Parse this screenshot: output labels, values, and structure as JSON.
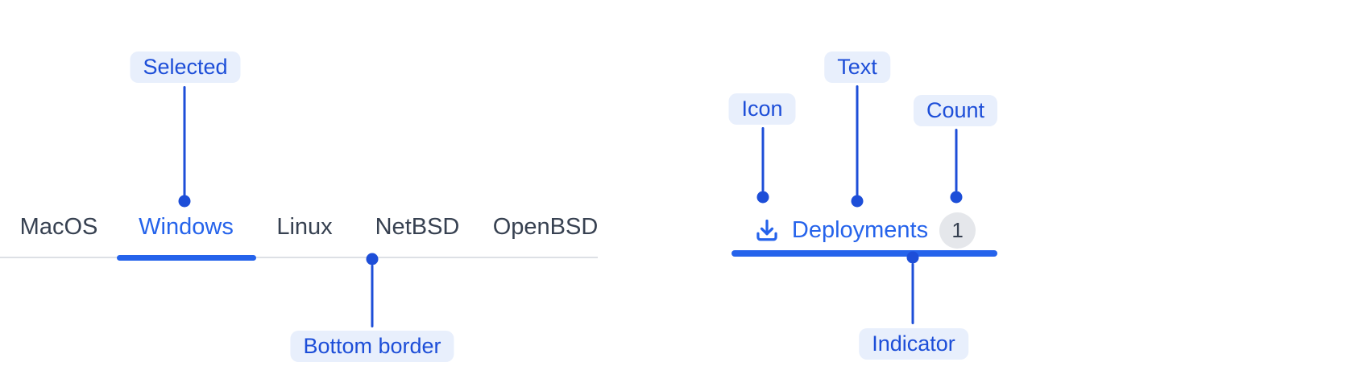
{
  "colors": {
    "component_blue": "#2563EB",
    "annotation_blue": "#1D4ED8",
    "annotation_pill_bg": "#E8EFFC",
    "inactive_tab_text": "#374151",
    "tab_border_gray": "#DDE0E5",
    "count_badge_bg": "#E5E7EB",
    "count_badge_text": "#374151",
    "background": "#FFFFFF"
  },
  "tabs_demo": {
    "tabs": [
      {
        "label": "MacOS",
        "selected": false
      },
      {
        "label": "Windows",
        "selected": true
      },
      {
        "label": "Linux",
        "selected": false
      },
      {
        "label": "NetBSD",
        "selected": false
      },
      {
        "label": "OpenBSD",
        "selected": false
      }
    ],
    "annotations": {
      "selected": "Selected",
      "bottom_border": "Bottom border"
    }
  },
  "tab_item_demo": {
    "tab": {
      "icon": "download-icon",
      "label": "Deployments",
      "count": "1"
    },
    "annotations": {
      "icon": "Icon",
      "text": "Text",
      "count": "Count",
      "indicator": "Indicator"
    }
  }
}
